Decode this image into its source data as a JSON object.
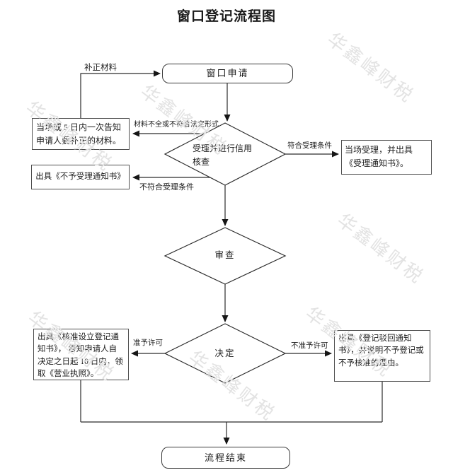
{
  "title": "窗口登记流程图",
  "watermark": {
    "text": "华鑫峰财税",
    "color": "#e3e3e3"
  },
  "colors": {
    "line": "#2b2b2b",
    "box_border": "#4f4f4f",
    "text": "#1b1b1b",
    "background": "#ffffff"
  },
  "nodes": {
    "start": {
      "type": "terminator",
      "label": "窗口申请"
    },
    "supplement_notice": {
      "type": "process",
      "label": "当场或 5 日内一次告知申请人要补正的材料。"
    },
    "not_accepted_notice": {
      "type": "process",
      "label": "出具《不予受理通知书》"
    },
    "credit_check": {
      "type": "decision",
      "label": "受理并进行信用核查"
    },
    "accepted_notice": {
      "type": "process",
      "label": "当场受理，并出具《受理通知书》。"
    },
    "review": {
      "type": "decision",
      "label": "审查"
    },
    "decision": {
      "type": "decision",
      "label": "决定"
    },
    "approval_notice": {
      "type": "process",
      "label": "出具《核准设立登记通知书》， 告知申请人自决定之日起 10 日内，领取《营业执照》。"
    },
    "rejection_notice": {
      "type": "process",
      "label": "出具《登记驳回通知书》，并说明不予登记或不予核准的理由。"
    },
    "end": {
      "type": "terminator",
      "label": "流程结束"
    }
  },
  "edge_labels": {
    "supplement_materials": "补正材料",
    "materials_incomplete": "材料不全或不符合法定形式",
    "meets_conditions": "符合受理条件",
    "not_meets_conditions": "不符合受理条件",
    "permit_granted": "准予许可",
    "permit_denied": "不准予许可"
  }
}
